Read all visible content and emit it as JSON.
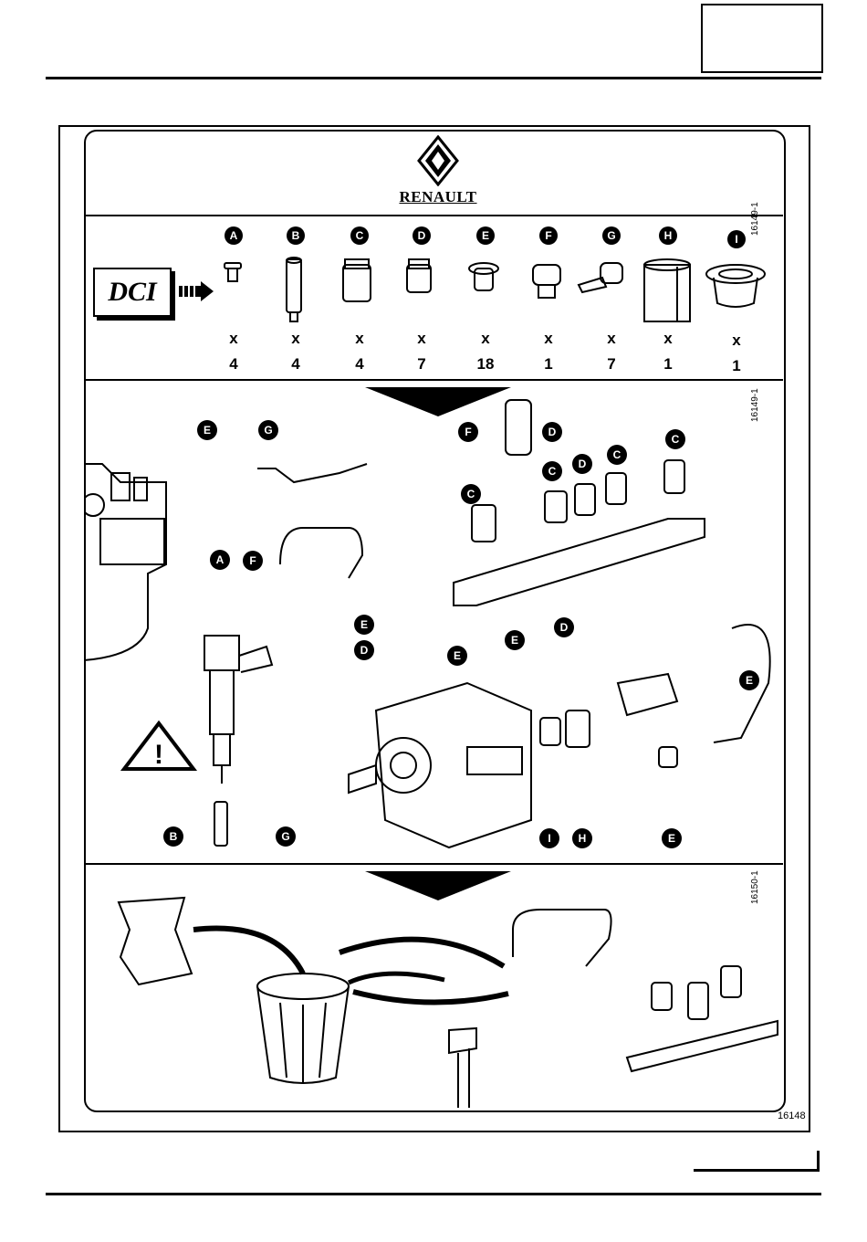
{
  "brand": {
    "name": "RENAULT"
  },
  "dci_label": "DCI",
  "section_refs": {
    "parts": "16149-1",
    "install": "16149-1",
    "disposal": "16150-1"
  },
  "figure_number": "16148",
  "parts": [
    {
      "letter": "A",
      "mult": "x",
      "count": "4"
    },
    {
      "letter": "B",
      "mult": "x",
      "count": "4"
    },
    {
      "letter": "C",
      "mult": "x",
      "count": "4"
    },
    {
      "letter": "D",
      "mult": "x",
      "count": "7"
    },
    {
      "letter": "E",
      "mult": "x",
      "count": "18"
    },
    {
      "letter": "F",
      "mult": "x",
      "count": "1"
    },
    {
      "letter": "G",
      "mult": "x",
      "count": "7"
    },
    {
      "letter": "H",
      "mult": "x",
      "count": "1"
    },
    {
      "letter": "I",
      "mult": "x",
      "count": "1"
    }
  ],
  "install_callouts": {
    "injector_left": [
      "E",
      "G",
      "A",
      "F",
      "E",
      "D",
      "B",
      "G"
    ],
    "rail": [
      "F",
      "D",
      "C",
      "D",
      "C",
      "C",
      "C"
    ],
    "pump": [
      "E",
      "E",
      "D",
      "E",
      "I",
      "H",
      "E"
    ]
  }
}
